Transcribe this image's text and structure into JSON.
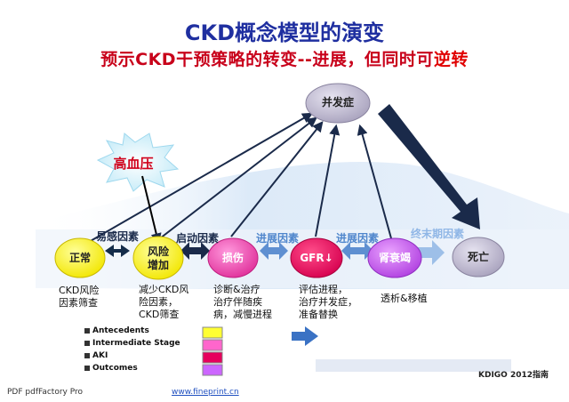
{
  "title": "CKD概念模型的演变",
  "subtitle": "预示CKD干预策略的转变--进展，但同时可",
  "subtitle_emphasis": "逆转",
  "nodes": {
    "complication": "并发症",
    "normal": "正常",
    "risk": "风险\n增加",
    "damage": "损伤",
    "gfr": "GFR↓",
    "failure": "肾衰竭",
    "death": "死亡",
    "hypertension": "高血压"
  },
  "stages": {
    "s1": "易感因素",
    "s2": "启动因素",
    "s3": "进展因素",
    "s4": "进展因素",
    "s5": "终末期因素"
  },
  "interventions": {
    "i1": "CKD风险\n因素筛查",
    "i2": "减少CKD风\n险因素，\nCKD筛查",
    "i3": "诊断&治疗\n治疗伴随疾\n病，减慢进程",
    "i4": "评估进程，\n治疗并发症，\n准备替换",
    "i5": "透析&移植"
  },
  "legend": [
    {
      "label": "Antecedents",
      "color": "#ffff33"
    },
    {
      "label": "Intermediate Stage",
      "color": "#ff66cc"
    },
    {
      "label": "AKI",
      "color": "#e6005c"
    },
    {
      "label": "Outcomes",
      "color": "#cc66ff"
    }
  ],
  "source": "KDIGO 2012指南",
  "footer_left": "PDF   pdfFactory Pro",
  "footer_link": "www.fineprint.cn"
}
